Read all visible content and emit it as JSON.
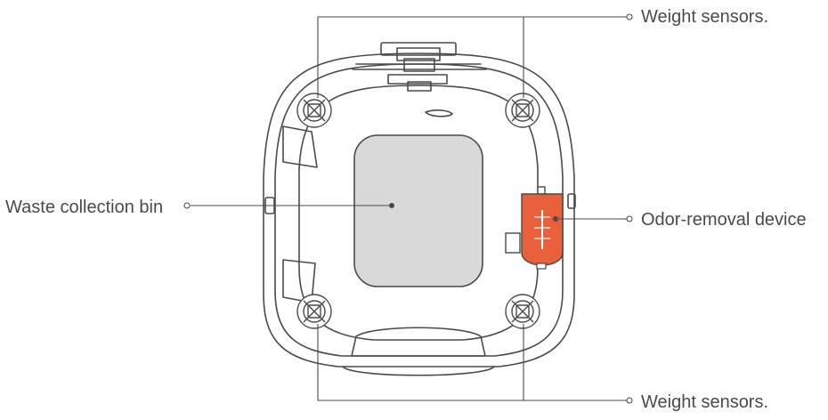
{
  "diagram": {
    "callouts": {
      "weight_sensors_top": "Weight sensors.",
      "waste_collection_bin": "Waste collection bin",
      "odor_removal_device": "Odor-removal device",
      "weight_sensors_bottom": "Weight sensors."
    },
    "colors": {
      "outline": "#4a4a4a",
      "bin_fill": "#d9d9d9",
      "odor_device_fill": "#e8613a",
      "leader": "#4a4a4a"
    }
  }
}
